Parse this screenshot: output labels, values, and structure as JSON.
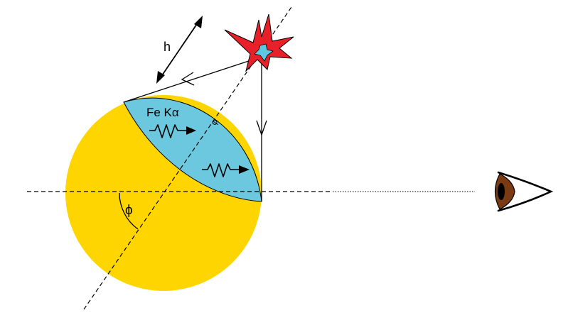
{
  "labels": {
    "height": "h",
    "line_name": "Fe K",
    "line_greek": "α",
    "angle": "ϕ",
    "angle_small": "φ"
  },
  "colors": {
    "sphere": "#FFD500",
    "illuminated_cap": "#6CC8DE",
    "flare_outer": "#E8202A",
    "flare_inner": "#5EC8E0",
    "eye_iris": "#7A3A12",
    "outline": "#000000"
  },
  "icons": [
    "flare-burst-icon",
    "eye-icon",
    "wavy-photon-arrow-icon"
  ]
}
